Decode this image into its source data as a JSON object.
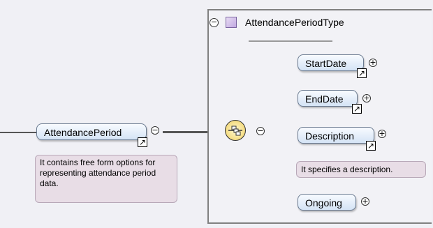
{
  "root": {
    "name": "AttendancePeriod",
    "annotation": "It contains free form options for representing attendance period data."
  },
  "type": {
    "name": "AttendancePeriodType"
  },
  "children": [
    {
      "name": "StartDate",
      "annotation": ""
    },
    {
      "name": "EndDate",
      "annotation": ""
    },
    {
      "name": "Description",
      "annotation": "It specifies a description."
    },
    {
      "name": "Ongoing",
      "annotation": ""
    }
  ],
  "icons": {
    "collapse": "minus-circle-icon",
    "expand": "plus-circle-icon",
    "reference": "arrow-reference-icon",
    "sequence": "sequence-compositor-icon",
    "type": "complex-type-icon"
  }
}
